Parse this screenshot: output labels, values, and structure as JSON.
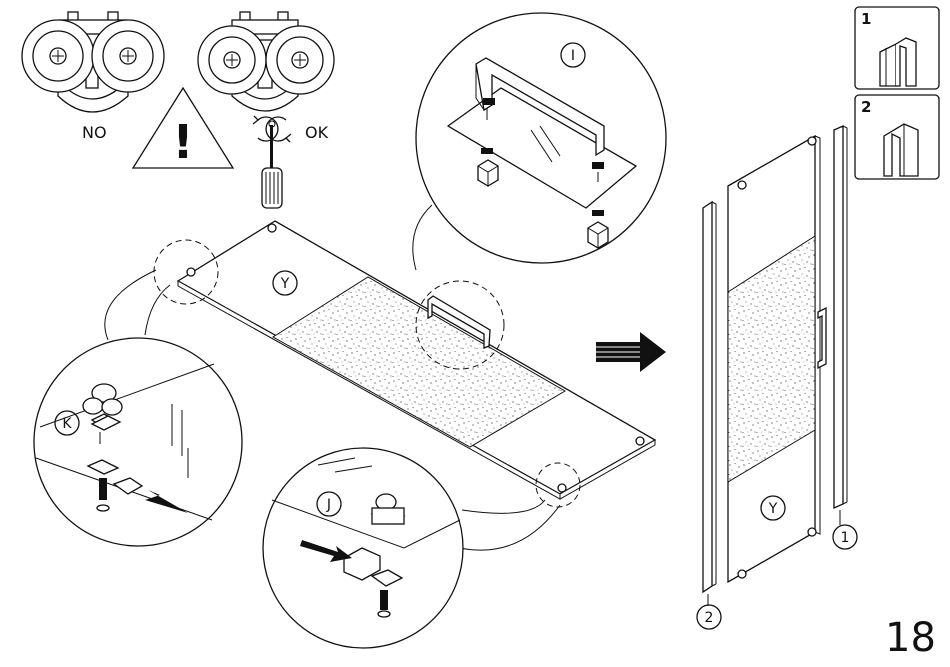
{
  "labels": {
    "no": "NO",
    "ok": "OK",
    "warning_mark": "!",
    "callout_i": "I",
    "callout_j": "J",
    "callout_k": "K",
    "panel_y": "Y",
    "door_y": "Y",
    "part_1": "1",
    "part_2": "2",
    "thumb_1": "1",
    "thumb_2": "2"
  },
  "page_number": "18"
}
